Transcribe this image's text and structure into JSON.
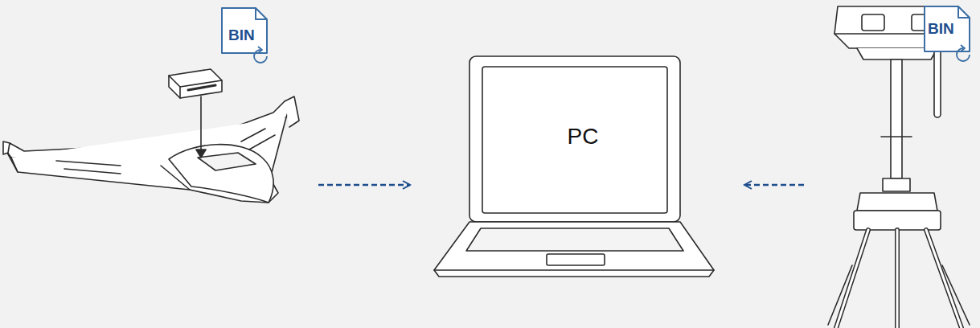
{
  "diagram": {
    "nodes": [
      {
        "text": [
          "BIN"
        ]
      },
      {
        "text": [
          "PC"
        ]
      },
      {
        "text": [
          "BIN"
        ]
      }
    ],
    "edges": [
      {
        "from": 0,
        "to": 1,
        "arrow": "to"
      },
      {
        "from": 2,
        "to": 1,
        "arrow": "to"
      }
    ]
  }
}
